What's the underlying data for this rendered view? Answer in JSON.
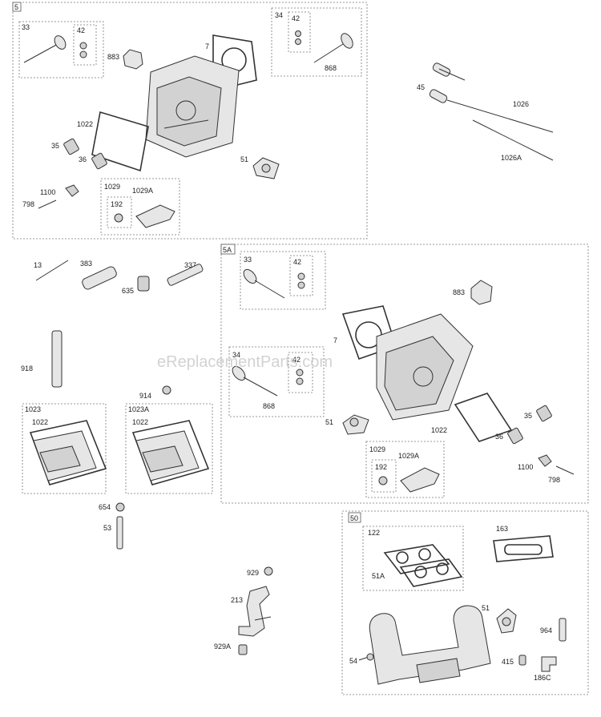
{
  "watermark": "eReplacementParts.com",
  "groups": [
    {
      "id": "g5",
      "label": "5"
    },
    {
      "id": "g5a",
      "label": "5A"
    },
    {
      "id": "g50",
      "label": "50"
    },
    {
      "id": "g1023",
      "label": "1023"
    },
    {
      "id": "g1023a",
      "label": "1023A"
    }
  ],
  "subgroups": {
    "top_33": "33",
    "top_42a": "42",
    "top_34": "34",
    "top_42b": "42",
    "top_1029": "1029",
    "top_192": "192",
    "mid_33": "33",
    "mid_42": "42",
    "mid_34": "34",
    "mid_42b": "42",
    "mid_1029": "1029",
    "mid_192": "192",
    "bot_122": "122"
  },
  "callouts": {
    "t_883": "883",
    "t_7": "7",
    "t_868": "868",
    "t_1022": "1022",
    "t_35": "35",
    "t_36": "36",
    "t_51": "51",
    "t_1100": "1100",
    "t_798": "798",
    "t_1029A": "1029A",
    "r_45": "45",
    "r_1026": "1026",
    "r_1026A": "1026A",
    "l_13": "13",
    "l_383": "383",
    "l_337": "337",
    "l_635": "635",
    "l_918": "918",
    "l_914": "914",
    "l_1022a": "1022",
    "l_1022b": "1022",
    "l_654": "654",
    "l_53": "53",
    "m_883": "883",
    "m_7": "7",
    "m_868": "868",
    "m_51": "51",
    "m_1022": "1022",
    "m_35": "35",
    "m_36": "36",
    "m_1100": "1100",
    "m_798": "798",
    "m_1029A": "1029A",
    "b_163": "163",
    "b_51A": "51A",
    "b_51": "51",
    "b_964": "964",
    "b_54": "54",
    "b_415": "415",
    "b_186C": "186C",
    "f_929": "929",
    "f_213": "213",
    "f_929A": "929A"
  }
}
